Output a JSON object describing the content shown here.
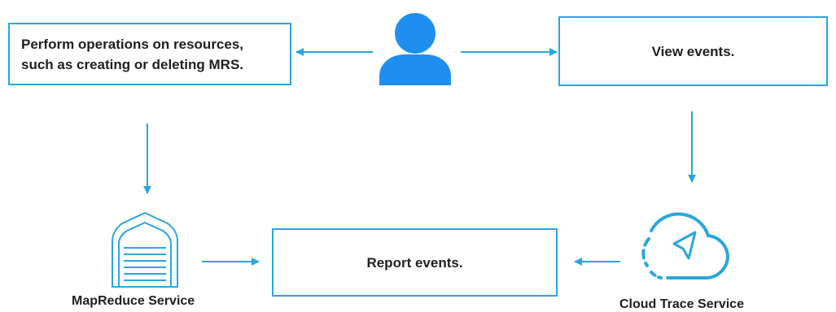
{
  "boxes": {
    "operations_line1": "Perform operations on resources,",
    "operations_line2": "such as creating or deleting MRS.",
    "view_events": "View events.",
    "report_events": "Report events."
  },
  "labels": {
    "mapreduce_service": "MapReduce Service",
    "cloud_trace_service": "Cloud Trace Service"
  },
  "icons": {
    "user": "user-icon",
    "mapreduce": "mapreduce-service-icon",
    "cloud_trace": "cloud-trace-service-icon"
  },
  "colors": {
    "accent": "#2aa6dd",
    "user_icon": "#1e8ff0",
    "text": "#1f1f1f"
  }
}
